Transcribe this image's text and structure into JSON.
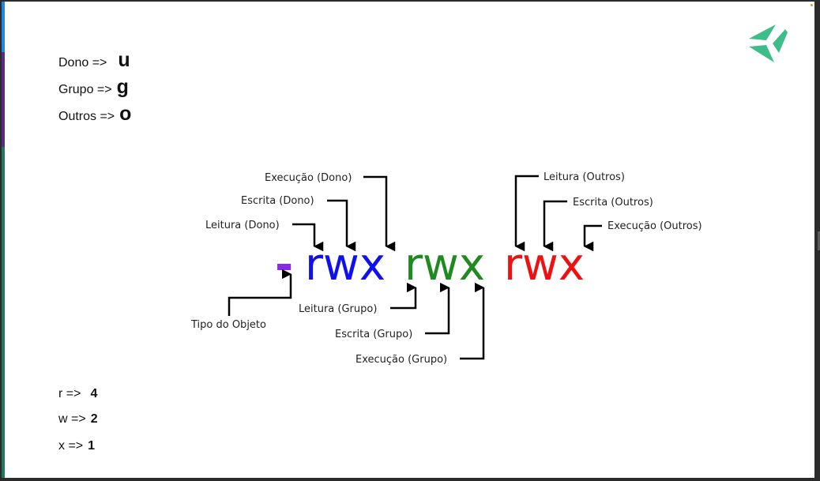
{
  "legend_top": [
    {
      "label": "Dono =>",
      "key": "u"
    },
    {
      "label": "Grupo =>",
      "key": "g"
    },
    {
      "label": "Outros =>",
      "key": "o"
    }
  ],
  "legend_bottom": [
    {
      "label": "r =>",
      "key": "4"
    },
    {
      "label": "w =>",
      "key": "2"
    },
    {
      "label": "x =>",
      "key": "1"
    }
  ],
  "permission_string": {
    "type_char": "-",
    "owner": "rwx",
    "group": "rwx",
    "others": "rwx"
  },
  "annotations": {
    "owner_read": "Leitura (Dono)",
    "owner_write": "Escrita (Dono)",
    "owner_exec": "Execução (Dono)",
    "object_type": "Tipo do Objeto",
    "group_read": "Leitura (Grupo)",
    "group_write": "Escrita (Grupo)",
    "group_exec": "Execução (Grupo)",
    "others_read": "Leitura (Outros)",
    "others_write": "Escrita (Outros)",
    "others_exec": "Execução (Outros)"
  },
  "colors": {
    "type": "#8a2be2",
    "owner": "#1010ee",
    "group": "#1f8a1f",
    "others": "#ee1111",
    "logo": "#3dbd8a"
  },
  "logo_icon": "paper-plane-logo"
}
